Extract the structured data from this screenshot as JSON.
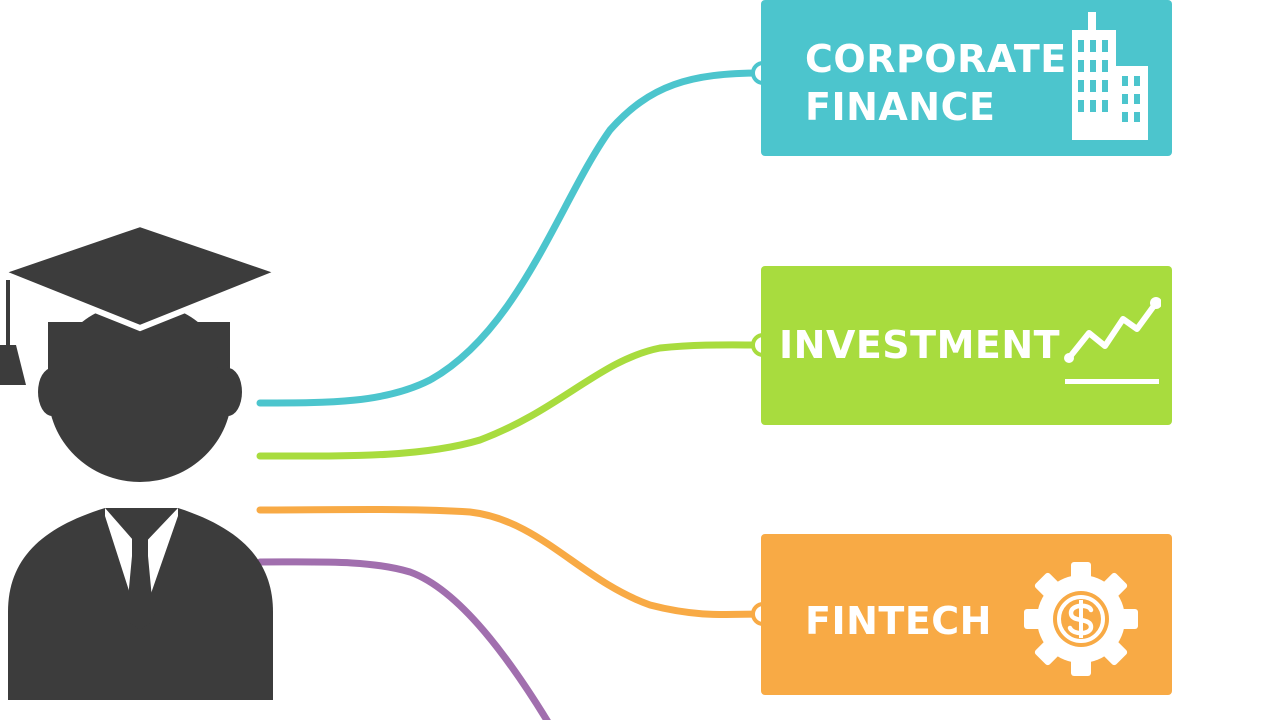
{
  "diagram": {
    "branches": [
      {
        "id": "corporate-finance",
        "label_line1": "CORPORATE",
        "label_line2": "FINANCE",
        "color": "#4CC5CD",
        "icon": "office-buildings-icon"
      },
      {
        "id": "investment",
        "label_line1": "INVESTMENT",
        "label_line2": "",
        "color": "#A8DC3E",
        "icon": "trending-chart-icon"
      },
      {
        "id": "fintech",
        "label_line1": "FINTECH",
        "label_line2": "",
        "color": "#F8AA45",
        "icon": "dollar-gear-icon"
      },
      {
        "id": "fourth-branch",
        "label_line1": "",
        "label_line2": "",
        "color": "#A16FAE",
        "icon": ""
      }
    ],
    "hub": {
      "icon": "graduate-icon",
      "color": "#3C3C3C"
    }
  }
}
